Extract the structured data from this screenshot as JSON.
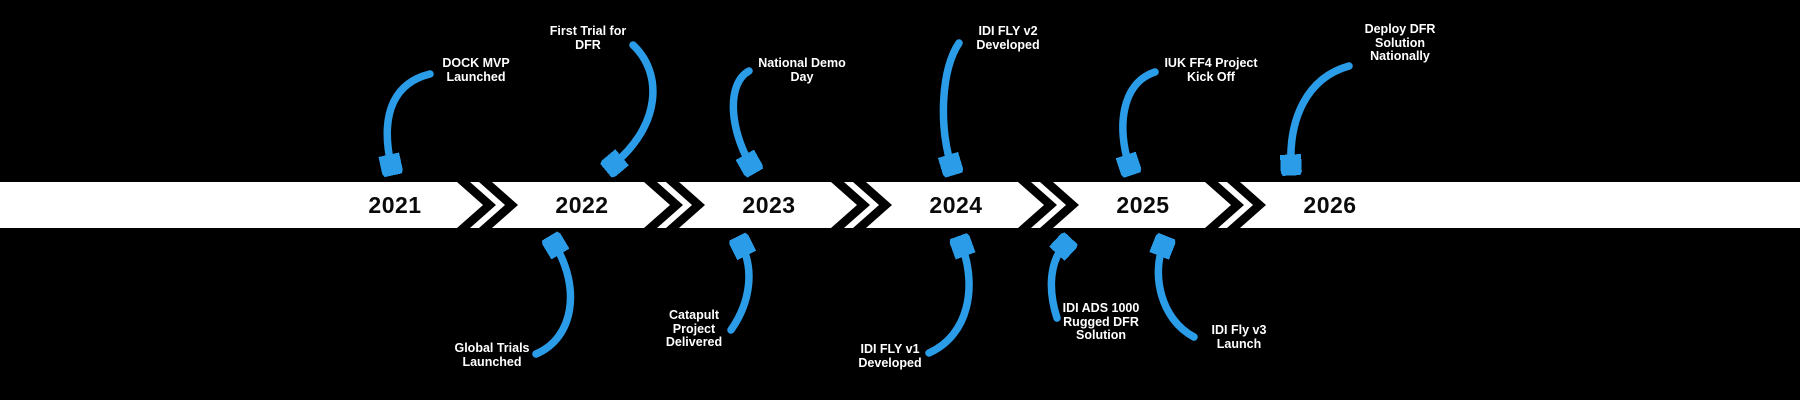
{
  "background": "#000000",
  "colors": {
    "arrow_blue": "#2b9ce8",
    "band_white": "#ffffff",
    "chevron_black": "#000000",
    "year_text": "#0a0a0a",
    "milestone_text": "#ffffff"
  },
  "timeline": {
    "years": [
      {
        "label": "2021"
      },
      {
        "label": "2022"
      },
      {
        "label": "2023"
      },
      {
        "label": "2024"
      },
      {
        "label": "2025"
      },
      {
        "label": "2026"
      }
    ]
  },
  "milestones": {
    "top": [
      {
        "year": "2021",
        "label": "DOCK MVP\nLaunched"
      },
      {
        "year": "2022",
        "label": "First Trial for\nDFR"
      },
      {
        "year": "2023",
        "label": "National Demo\nDay"
      },
      {
        "year": "2024",
        "label": "IDI FLY v2\nDeveloped"
      },
      {
        "year": "2025",
        "label": "IUK FF4 Project\nKick Off"
      },
      {
        "year": "2026",
        "label": "Deploy DFR\nSolution\nNationally"
      }
    ],
    "bottom": [
      {
        "year": "2022",
        "label": "Global Trials\nLaunched"
      },
      {
        "year": "2023",
        "label": "Catapult\nProject\nDelivered"
      },
      {
        "year": "2024",
        "label": "IDI FLY v1\nDeveloped"
      },
      {
        "year": "2025",
        "label": "IDI ADS 1000\nRugged DFR\nSolution"
      },
      {
        "year": "2025",
        "label": "IDI Fly v3\nLaunch"
      }
    ]
  }
}
